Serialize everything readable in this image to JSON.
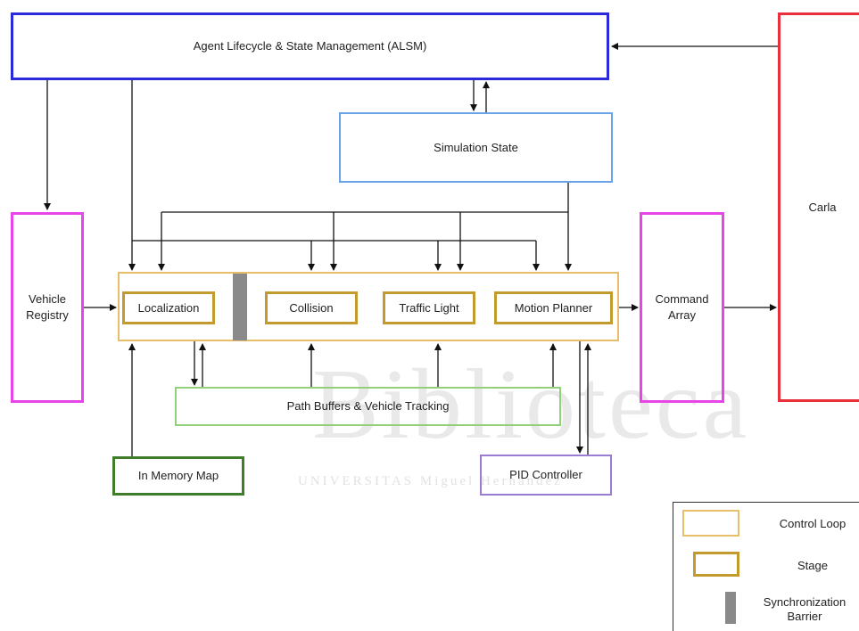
{
  "boxes": {
    "alsm": "Agent Lifecycle & State Management (ALSM)",
    "simulation_state": "Simulation State",
    "carla": "Carla",
    "vehicle_registry": "Vehicle Registry",
    "command_array": "Command Array",
    "localization": "Localization",
    "collision": "Collision",
    "traffic_light": "Traffic Light",
    "motion_planner": "Motion Planner",
    "path_buffers": "Path Buffers & Vehicle Tracking",
    "in_memory_map": "In Memory Map",
    "pid_controller": "PID Controller"
  },
  "legend": {
    "control_loop": "Control Loop",
    "stage": "Stage",
    "synchronization_barrier": "Synchronization Barrier"
  },
  "watermark": {
    "word": "Biblioteca",
    "subline": "UNIVERSITAS Miguel Hernández"
  },
  "colors": {
    "alsm_border": "#2a2ad8",
    "simulation_state_border": "#6aa2e8",
    "carla_border": "#e8313a",
    "registry_border": "#e845e8",
    "control_loop_border": "#e7bf6a",
    "stage_border": "#c29a2e",
    "barrier_fill": "#8a8a8a",
    "path_buffers_border": "#93d07a",
    "memory_map_border": "#3f7c2c",
    "pid_border": "#9a7cd2"
  }
}
